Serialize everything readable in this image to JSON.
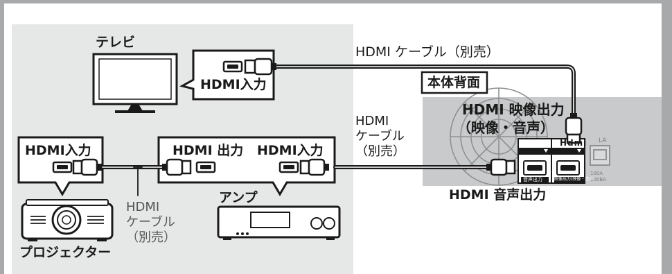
{
  "labels": {
    "tv": "テレビ",
    "tv_input": "HDMI入力",
    "cable_top": "HDMI ケーブル（別売）",
    "unit_back": "本体背面",
    "video_out_1": "HDMI 映像出力",
    "video_out_2": "（映像・音声）",
    "cable_mid": [
      "HDMI",
      "ケーブル",
      "（別売）"
    ],
    "projector_input": "HDMI入力",
    "amp_output": "HDMI 出力",
    "amp_input": "HDMI入力",
    "audio_out": "HDMI 音声出力",
    "cable_bottom": [
      "HDMI",
      "ケーブル",
      "（別売）"
    ],
    "amp": "アンプ",
    "projector": "プロジェクター"
  },
  "port_labels": {
    "hdmi_logo": "Hdmi",
    "audio_port": "音声出力",
    "video_port": "映像出力(映像・音声)",
    "lan": "LA",
    "rating": [
      "100A",
      "100BA"
    ]
  },
  "colors": {
    "background_panel": "#e6e8e7",
    "frame": "#a7a9ab",
    "cable": "#1a1a1a",
    "device_gray": "#c8cacb"
  }
}
